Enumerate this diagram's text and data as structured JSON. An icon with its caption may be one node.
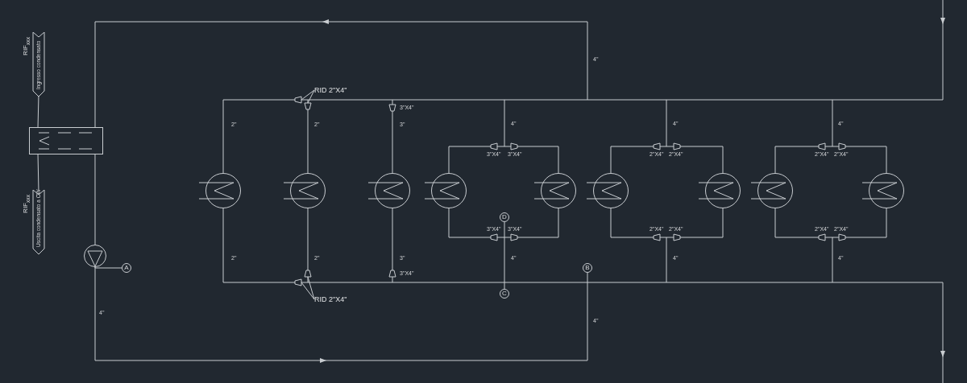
{
  "diagram": {
    "nodes": [
      {
        "text": [
          "RIF$_{xxx}$",
          "Ingresso condensato"
        ]
      },
      {
        "text": [],
        "shape": "box"
      },
      {
        "text": [
          "RID 2\"X4\""
        ]
      },
      {
        "text": [],
        "shape": "reducer"
      },
      {
        "text": [],
        "shape": "reducer"
      },
      {
        "text": [],
        "shape": "circle"
      },
      {
        "text": [],
        "shape": "circle"
      },
      {
        "text": [],
        "shape": "circle"
      },
      {
        "text": [],
        "shape": "circle"
      },
      {
        "text": [],
        "shape": "circle"
      },
      {
        "text": [],
        "shape": "circle"
      },
      {
        "text": [],
        "shape": "circle"
      },
      {
        "text": [],
        "shape": "circle"
      },
      {
        "text": [],
        "shape": "circle"
      },
      {
        "text": [
          "RIF$_{xxx}$",
          "Uscita condensato a CW"
        ]
      },
      {
        "text": [
          "D"
        ]
      },
      {
        "text": [],
        "shape": "circle"
      },
      {
        "text": [
          "B"
        ]
      },
      {
        "text": [
          "A"
        ]
      },
      {
        "text": [],
        "shape": "reducer"
      },
      {
        "text": [],
        "shape": "reducer"
      },
      {
        "text": [
          "C"
        ]
      },
      {
        "text": [
          "RID 2\"X4\""
        ]
      }
    ],
    "edges": [
      {
        "from": 0,
        "to": 1,
        "arrow": "none"
      },
      {
        "from": 1,
        "to": 14,
        "arrow": "none"
      },
      {
        "from": 1,
        "to": 16,
        "arrow": "none"
      },
      {
        "from": 16,
        "to": 18,
        "arrow": "none"
      },
      {
        "from": 2,
        "to": 3,
        "arrow": "none"
      },
      {
        "from": 2,
        "to": 4,
        "arrow": "none"
      },
      {
        "from": 22,
        "to": 20,
        "arrow": "none"
      },
      {
        "from": 22,
        "to": 19,
        "arrow": "none"
      },
      {
        "from": 15,
        "to": 21,
        "arrow": "none"
      }
    ],
    "labels": [
      "4\"",
      "2\"",
      "2\"",
      "3\"X4\"",
      "3\"",
      "4\"",
      "4\"",
      "4\"",
      "3\"X4\"",
      "3\"X4\"",
      "2\"X4\"",
      "2\"X4\"",
      "2\"X4\"",
      "2\"X4\"",
      "3\"X4\"",
      "3\"X4\"",
      "2\"X4\"",
      "2\"X4\"",
      "2\"X4\"",
      "2\"X4\"",
      "2\"",
      "2\"",
      "3\"",
      "4\"",
      "4\"",
      "4\"",
      "3\"X4\"",
      "4\"",
      "4\""
    ]
  }
}
